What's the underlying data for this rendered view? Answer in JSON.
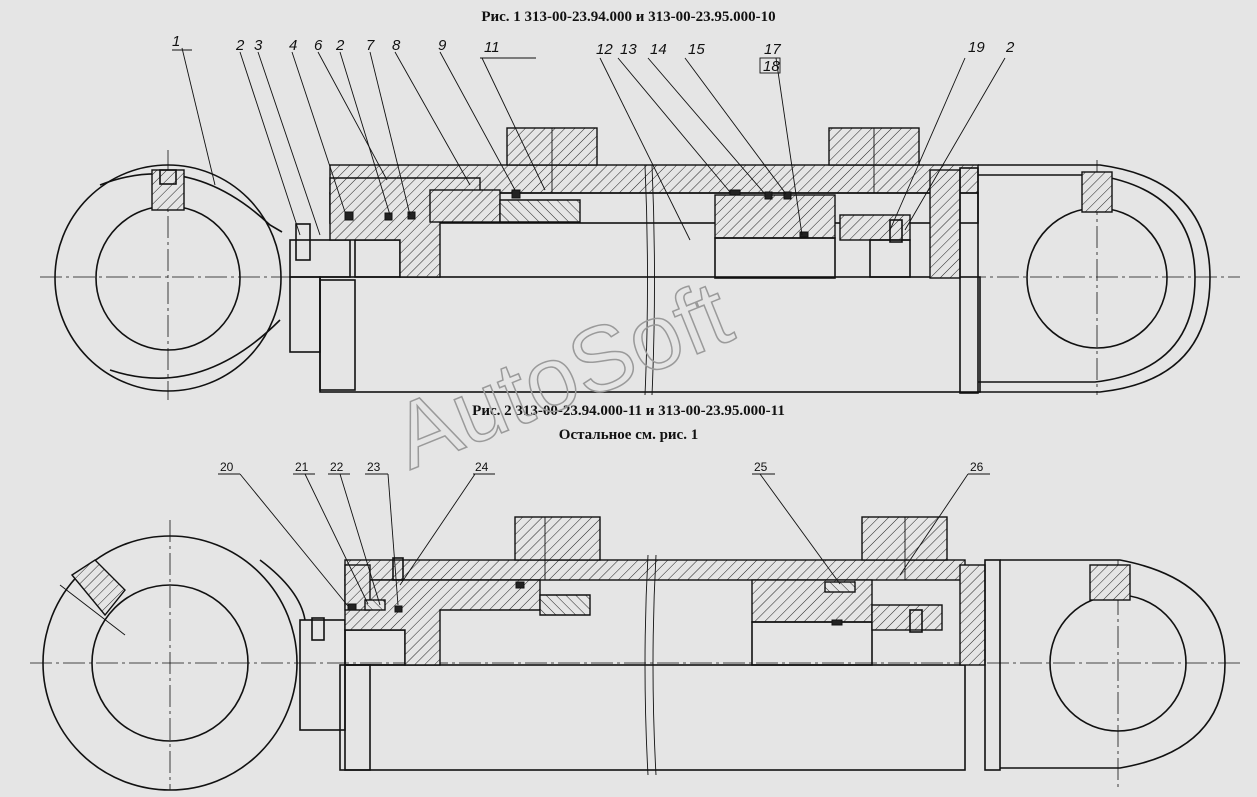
{
  "titles": {
    "fig1": "Рис. 1   313-00-23.94.000 и 313-00-23.95.000-10",
    "fig2": "Рис. 2    313-00-23.94.000-11 и 313-00-23.95.000-11",
    "fig2_note": "Остальное см. рис. 1"
  },
  "fig1_callouts": [
    "1",
    "2",
    "3",
    "4",
    "6",
    "2",
    "7",
    "8",
    "9",
    "11",
    "12",
    "13",
    "14",
    "15",
    "17",
    "18",
    "19",
    "2"
  ],
  "fig2_callouts": [
    "20",
    "21",
    "22",
    "23",
    "24",
    "25",
    "26"
  ],
  "watermark": "AutoSoft"
}
